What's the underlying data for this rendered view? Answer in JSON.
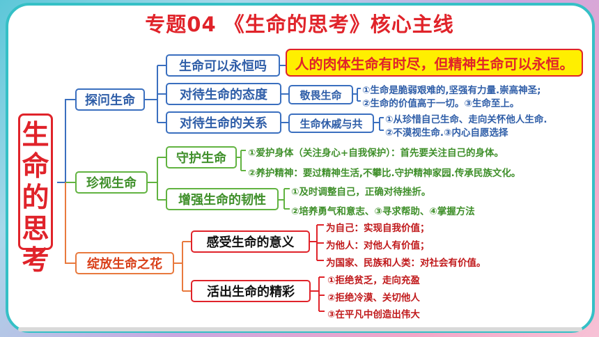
{
  "title": "专题04  《生命的思考》核心主线",
  "root": "生\n命\n的\n思\n考",
  "branch1": {
    "label": "探问生命",
    "items": {
      "a": {
        "label": "生命可以永恒吗",
        "detail": "人的肉体生命有时尽，但精神生命可以永恒。"
      },
      "b": {
        "label": "对待生命的态度",
        "sub": "敬畏生命",
        "notes": [
          "①生命是脆弱艰难的,坚强有力量.崇高神圣;",
          "②生命的价值高于一切。③生命至上。"
        ]
      },
      "c": {
        "label": "对待生命的关系",
        "sub": "生命休戚与共",
        "notes": [
          "①从珍惜自己生命、走向关怀他人生命.",
          "②不漠视生命.③内心自愿选择"
        ]
      }
    }
  },
  "branch2": {
    "label": "珍视生命",
    "items": {
      "a": {
        "label": "守护生命",
        "notes": [
          "①爱护身体（关注身心+自我保护）：首先要关注自己的身体。",
          "②养护精神：要过精神生活,不攀比.守护精神家园.传承民族文化。"
        ]
      },
      "b": {
        "label": "增强生命的韧性",
        "notes": [
          "①及时调整自己，正确对待挫折。",
          "②培养勇气和意志、③寻求帮助、④掌握方法"
        ]
      }
    }
  },
  "branch3": {
    "label": "绽放生命之花",
    "items": {
      "a": {
        "label": "感受生命的意义",
        "notes": [
          "为自己：实现自我价值；",
          "为他人：对他人有价值；",
          "为国家、民族和人类：对社会有价值。"
        ]
      },
      "b": {
        "label": "活出生命的精彩",
        "notes": [
          "①拒绝贫乏，走向充盈",
          "②拒绝冷漠、关切他人",
          "③在平凡中创造出伟大"
        ]
      }
    }
  },
  "colors": {
    "blue": "#3a6fbf",
    "green": "#61b340",
    "orange": "#e8793d",
    "red": "#e0232a",
    "highlight": "#ffef00",
    "frame": "#35c0c6"
  }
}
